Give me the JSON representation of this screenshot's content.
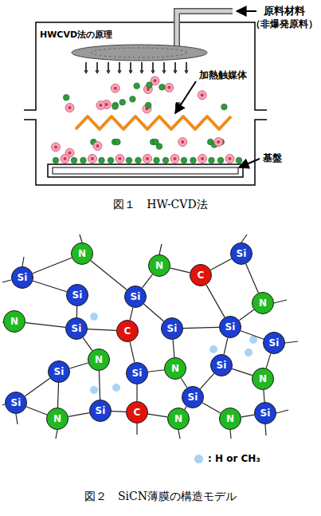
{
  "diagram": {
    "nodes": [
      {
        "text": [
          "N"
        ]
      },
      {
        "text": [
          "Si"
        ]
      },
      {
        "text": [
          "N"
        ]
      },
      {
        "text": [
          "C"
        ]
      },
      {
        "text": [
          "Si"
        ]
      },
      {
        "text": [
          "Si"
        ]
      },
      {
        "text": [
          "Si"
        ]
      },
      {
        "text": [
          "N"
        ]
      },
      {
        "text": [
          "N"
        ]
      },
      {
        "text": [
          "Si"
        ]
      },
      {
        "text": [
          "Si"
        ]
      },
      {
        "text": [
          "C"
        ]
      },
      {
        "text": [
          "Si"
        ]
      },
      {
        "text": [
          "Si"
        ]
      },
      {
        "text": [
          "N"
        ]
      },
      {
        "text": [
          "Si"
        ]
      },
      {
        "text": [
          "N"
        ]
      },
      {
        "text": [
          "Si"
        ]
      },
      {
        "text": [
          "Si"
        ]
      },
      {
        "text": [
          "N"
        ]
      },
      {
        "text": [
          "Si"
        ]
      },
      {
        "text": [
          "Si"
        ]
      },
      {
        "text": [
          "Si"
        ]
      },
      {
        "text": [
          "C"
        ]
      },
      {
        "text": [
          "Si"
        ]
      },
      {
        "text": [
          "N"
        ]
      },
      {
        "text": [
          "N"
        ]
      },
      {
        "text": [
          "N"
        ]
      }
    ],
    "edges": [
      {
        "from": 4,
        "to": 0,
        "arrow": "none"
      },
      {
        "from": 4,
        "to": 5,
        "arrow": "none"
      },
      {
        "from": 0,
        "to": 6,
        "arrow": "none"
      },
      {
        "from": 6,
        "to": 2,
        "arrow": "none"
      },
      {
        "from": 2,
        "to": 3,
        "arrow": "none"
      },
      {
        "from": 3,
        "to": 1,
        "arrow": "none"
      },
      {
        "from": 1,
        "to": 7,
        "arrow": "none"
      },
      {
        "from": 3,
        "to": 12,
        "arrow": "none"
      },
      {
        "from": 6,
        "to": 11,
        "arrow": "none"
      },
      {
        "from": 6,
        "to": 9,
        "arrow": "none"
      },
      {
        "from": 5,
        "to": 10,
        "arrow": "none"
      },
      {
        "from": 8,
        "to": 10,
        "arrow": "none"
      },
      {
        "from": 10,
        "to": 11,
        "arrow": "none"
      },
      {
        "from": 10,
        "to": 14,
        "arrow": "none"
      },
      {
        "from": 11,
        "to": 18,
        "arrow": "none"
      },
      {
        "from": 9,
        "to": 12,
        "arrow": "none"
      },
      {
        "from": 9,
        "to": 16,
        "arrow": "none"
      },
      {
        "from": 12,
        "to": 7,
        "arrow": "none"
      },
      {
        "from": 12,
        "to": 13,
        "arrow": "none"
      },
      {
        "from": 12,
        "to": 15,
        "arrow": "none"
      },
      {
        "from": 13,
        "to": 19,
        "arrow": "none"
      },
      {
        "from": 15,
        "to": 19,
        "arrow": "none"
      },
      {
        "from": 15,
        "to": 20,
        "arrow": "none"
      },
      {
        "from": 16,
        "to": 18,
        "arrow": "none"
      },
      {
        "from": 16,
        "to": 20,
        "arrow": "none"
      },
      {
        "from": 14,
        "to": 17,
        "arrow": "none"
      },
      {
        "from": 14,
        "to": 22,
        "arrow": "none"
      },
      {
        "from": 17,
        "to": 21,
        "arrow": "none"
      },
      {
        "from": 17,
        "to": 25,
        "arrow": "none"
      },
      {
        "from": 21,
        "to": 25,
        "arrow": "none"
      },
      {
        "from": 22,
        "to": 23,
        "arrow": "none"
      },
      {
        "from": 22,
        "to": 25,
        "arrow": "none"
      },
      {
        "from": 23,
        "to": 18,
        "arrow": "none"
      },
      {
        "from": 23,
        "to": 26,
        "arrow": "none"
      },
      {
        "from": 20,
        "to": 26,
        "arrow": "none"
      },
      {
        "from": 20,
        "to": 27,
        "arrow": "none"
      },
      {
        "from": 27,
        "to": 24,
        "arrow": "none"
      },
      {
        "from": 24,
        "to": 19,
        "arrow": "none"
      }
    ],
    "labels": [
      "原料材料",
      "（非爆発原料）",
      "HWCVD法の原理",
      "加熱触媒体",
      "基盤",
      "図１　HW-CVD法",
      "図２　SiCN薄膜の構造モデル"
    ],
    "legend": [
      {
        "text": ": H or CH₃",
        "color": "#a9d3f3"
      }
    ]
  }
}
